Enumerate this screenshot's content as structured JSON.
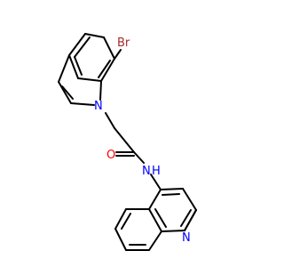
{
  "molecule": {
    "atoms": [
      {
        "id": "Br",
        "label": "Br",
        "color": "#a52a2a"
      },
      {
        "id": "N1",
        "label": "N",
        "color": "#0000ff"
      },
      {
        "id": "O",
        "label": "O",
        "color": "#ff0000"
      },
      {
        "id": "NH",
        "label": "N",
        "color": "#0000ff"
      },
      {
        "id": "H",
        "label": "H",
        "color": "#0000ff"
      },
      {
        "id": "Nq",
        "label": "N",
        "color": "#0000ff"
      }
    ]
  }
}
